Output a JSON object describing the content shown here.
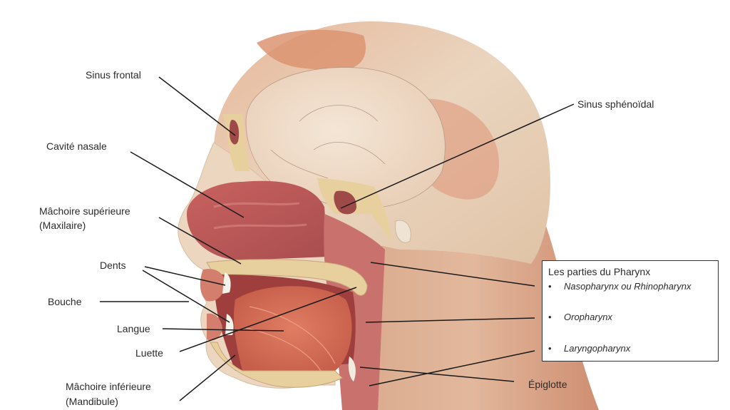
{
  "diagram": {
    "subject": "Coupe sagittale de la tête",
    "colors": {
      "background": "#ffffff",
      "skin": "#e9d2bb",
      "muscle": "#d9836a",
      "muscle_dark": "#c4684f",
      "mucosa": "#b85a5a",
      "mucosa_light": "#cf7b74",
      "bone": "#e8cf9e",
      "brain": "#f1e2d0",
      "leader_line": "#1a1a1a",
      "text": "#2b2b2b"
    }
  },
  "labels": {
    "sinus_frontal": "Sinus frontal",
    "cavite_nasale": "Cavité nasale",
    "machoire_superieure_line1": "Mâchoire supérieure",
    "machoire_superieure_line2": "(Maxilaire)",
    "dents": "Dents",
    "bouche": "Bouche",
    "langue": "Langue",
    "luette": "Luette",
    "machoire_inferieure_line1": "Mâchoire inférieure",
    "machoire_inferieure_line2": "(Mandibule)",
    "sinus_sphenoidal": "Sinus sphénoïdal",
    "epiglotte": "Épiglotte"
  },
  "legend": {
    "title": "Les parties du Pharynx",
    "items": [
      {
        "bullet": "•",
        "text": "Nasopharynx ou Rhinopharynx"
      },
      {
        "bullet": "•",
        "text": "Oropharynx"
      },
      {
        "bullet": "•",
        "text": "Laryngopharynx"
      }
    ]
  }
}
